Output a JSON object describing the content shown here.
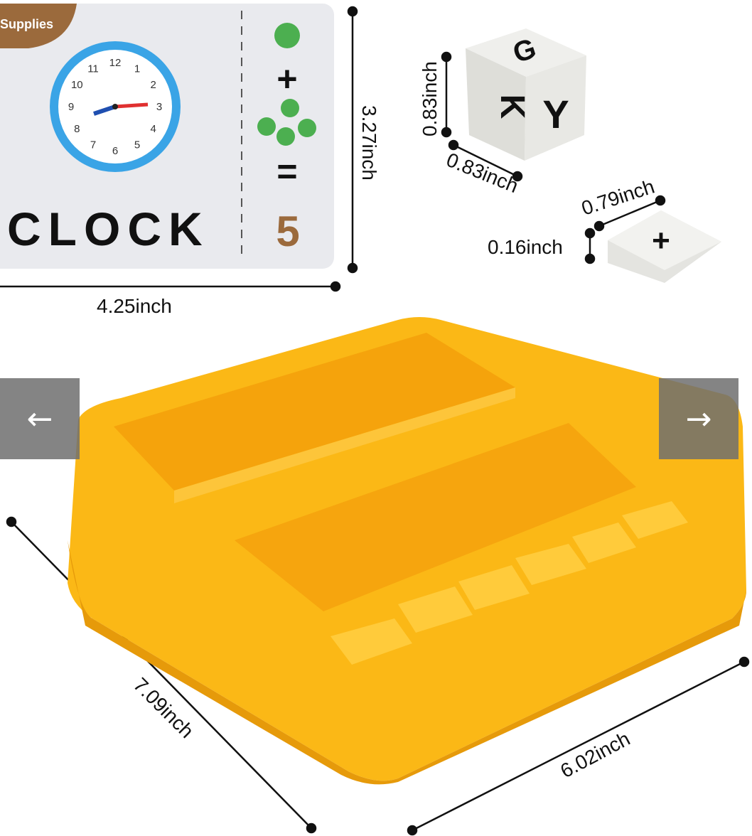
{
  "card": {
    "badge": "Supplies",
    "word": "CLOCK",
    "answer": "5",
    "plus": "+",
    "equals": "=",
    "clock_numbers": [
      "12",
      "1",
      "2",
      "3",
      "4",
      "5",
      "6",
      "7",
      "8",
      "9",
      "10",
      "11"
    ]
  },
  "dimensions": {
    "card_height": "3.27inch",
    "card_width": "4.25inch",
    "cube_height": "0.83inch",
    "cube_width": "0.83inch",
    "tile_width": "0.79inch",
    "tile_height": "0.16inch",
    "tray_length": "7.09inch",
    "tray_width": "6.02inch"
  },
  "cube": {
    "top": "G",
    "left": "K",
    "right": "Y"
  },
  "tile": {
    "symbol": "+"
  },
  "carousel": {
    "prev_label": "←",
    "next_label": "→"
  },
  "colors": {
    "tray": "#fbb816",
    "clock_ring": "#3aa4e6",
    "brown": "#9b6a3c",
    "nav_bg": "#6e6e6e"
  }
}
